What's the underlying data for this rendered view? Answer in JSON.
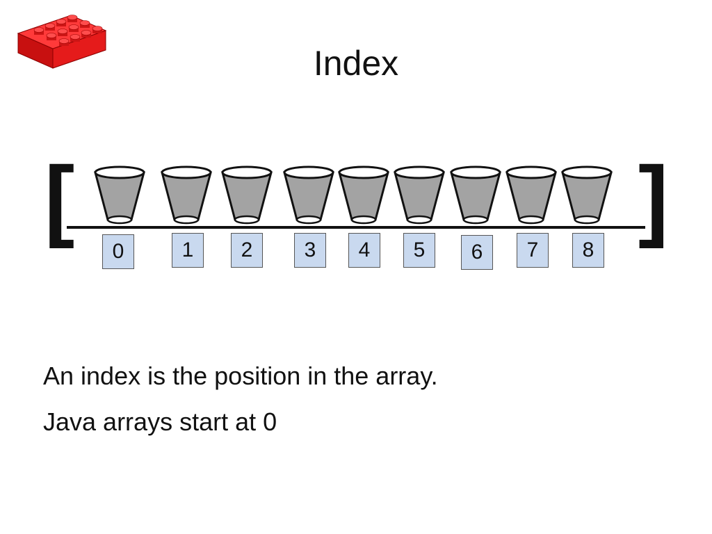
{
  "slide": {
    "title": "Index",
    "lines": [
      "An index is the position in the array.",
      "Java arrays start at 0"
    ]
  },
  "diagram": {
    "bracket_open": "[",
    "bracket_close": "]",
    "indices": [
      "0",
      "1",
      "2",
      "3",
      "4",
      "5",
      "6",
      "7",
      "8"
    ],
    "cup_count": 9
  },
  "colors": {
    "cup_fill": "#a3a3a3",
    "index_box_fill": "#c9d9ef",
    "logo_red": "#e51b1b"
  },
  "icons": {
    "logo": "lego-brick-icon",
    "cup": "cup-icon"
  }
}
